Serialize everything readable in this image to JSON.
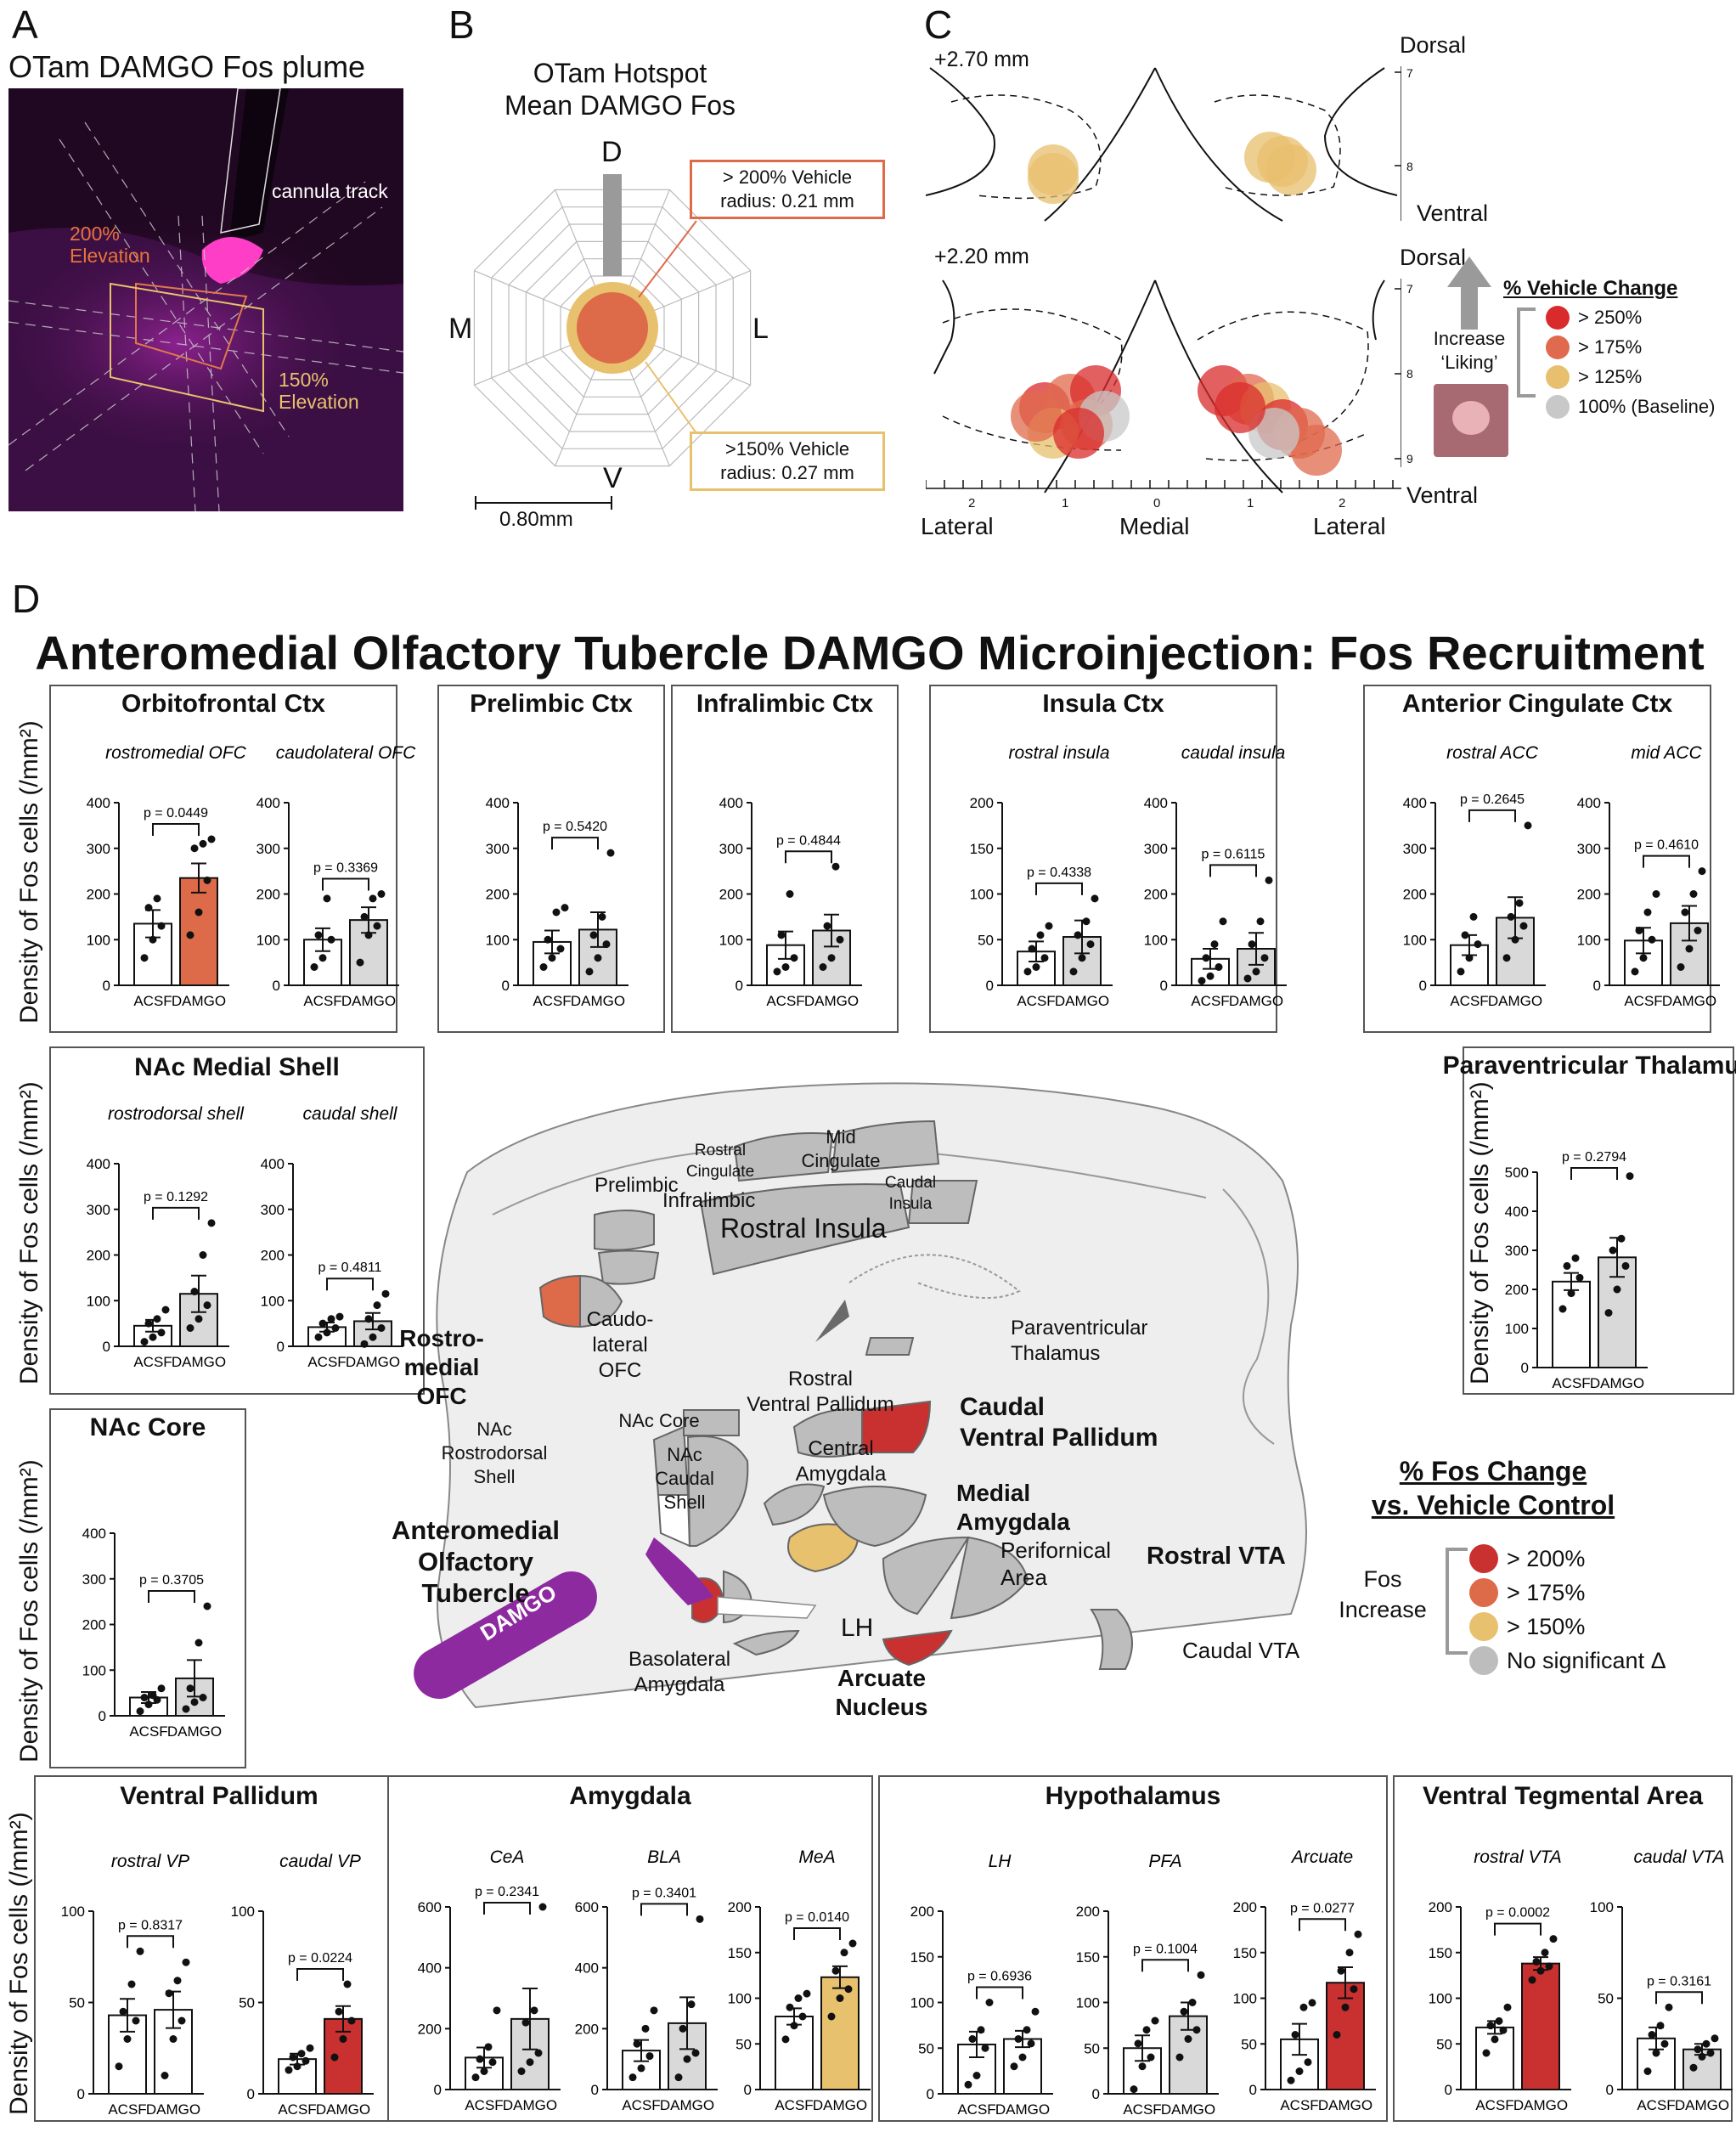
{
  "panels": {
    "A": {
      "letter": "A",
      "title": "OTam DAMGO Fos plume",
      "cannula": "cannula track",
      "e200": "200%",
      "e200b": "Elevation",
      "e150": "150%",
      "e150b": "Elevation"
    },
    "B": {
      "letter": "B",
      "title1": "OTam Hotspot",
      "title2": "Mean DAMGO Fos",
      "dirs": [
        "D",
        "M",
        "L",
        "V"
      ],
      "call200a": "> 200% Vehicle",
      "call200b": "radius: 0.21 mm",
      "call150a": ">150% Vehicle",
      "call150b": "radius: 0.27 mm",
      "scale": "0.80mm",
      "radius_200_mm": 0.21,
      "radius_150_mm": 0.27,
      "scale_mm": 0.8
    },
    "C": {
      "letter": "C",
      "sec1": "+2.70 mm",
      "sec2": "+2.20 mm",
      "dorsal": "Dorsal",
      "ventral": "Ventral",
      "lateral": "Lateral",
      "medial": "Medial",
      "legend_title": "% Vehicle Change",
      "legend": [
        {
          "label": "> 250%",
          "color": "#d92b2b"
        },
        {
          "label": "> 175%",
          "color": "#e06a4e"
        },
        {
          "label": "> 125%",
          "color": "#e8bf6e"
        },
        {
          "label": "100% (Baseline)",
          "color": "#c8c8c8"
        }
      ],
      "increase1": "Increase",
      "increase2": "‘Liking’",
      "xticks": [
        "2",
        "1",
        "0",
        "1",
        "2"
      ],
      "yticks1": [
        "7",
        "8"
      ],
      "yticks2": [
        "7",
        "8",
        "9"
      ]
    },
    "D": {
      "letter": "D",
      "title": "Anteromedial Olfactory Tubercle DAMGO Microinjection: Fos Recruitment",
      "ylabel": "Density of Fos cells (/mm²)"
    }
  },
  "map": {
    "labels": {
      "rostral_cing": "Rostral\nCingulate",
      "mid_cing": "Mid\nCingulate",
      "caudal_insula": "Caudal\nInsula",
      "prelimbic": "Prelimbic",
      "infralimbic": "Infralimbic",
      "rostral_insula": "Rostral Insula",
      "rostromedial": "Rostro-\nmedial\nOFC",
      "caudolateral": "Caudo-\nlateral\nOFC",
      "pvt": "Paraventricular\nThalamus",
      "rvp": "Rostral\nVentral Pallidum",
      "cvp": "Caudal\nVentral Pallidum",
      "nacrs": "NAc\nRostrodorsal\nShell",
      "naccore": "NAc Core",
      "naccaudal": "NAc\nCaudal\nShell",
      "cea": "Central\nAmygdala",
      "mea": "Medial\nAmygdala",
      "pfa": "Perifornical\nArea",
      "rvta": "Rostral VTA",
      "cvta": "Caudal VTA",
      "lh": "LH",
      "bla": "Basolateral\nAmygdala",
      "arc": "Arcuate\nNucleus",
      "otam": "Anteromedial\nOlfactory\nTubercle",
      "damgo": "DAMGO"
    },
    "legend_title1": "% Fos Change",
    "legend_title2": "vs. Vehicle Control",
    "fos1": "Fos",
    "fos2": "Increase",
    "legend": [
      {
        "label": "> 200%",
        "color": "#c93030"
      },
      {
        "label": "> 175%",
        "color": "#dd6a48"
      },
      {
        "label": "> 150%",
        "color": "#e8c16e"
      },
      {
        "label": "No significant Δ",
        "color": "#bdbdbd"
      }
    ]
  },
  "chart_data": [
    {
      "type": "bar",
      "group": "Orbitofrontal Ctx",
      "title": "rostromedial OFC",
      "categories": [
        "ACSF",
        "DAMGO"
      ],
      "values": [
        135,
        235
      ],
      "sem": [
        30,
        32
      ],
      "ylim": [
        0,
        400
      ],
      "yticks": [
        0,
        100,
        200,
        300,
        400
      ],
      "p": "p = 0.0449",
      "fill": "#dd6a48",
      "points": [
        [
          60,
          100,
          130,
          170,
          190
        ],
        [
          110,
          160,
          230,
          300,
          310,
          320
        ]
      ]
    },
    {
      "type": "bar",
      "group": "Orbitofrontal Ctx",
      "title": "caudolateral OFC",
      "categories": [
        "ACSF",
        "DAMGO"
      ],
      "values": [
        100,
        143
      ],
      "sem": [
        25,
        28
      ],
      "ylim": [
        0,
        400
      ],
      "yticks": [
        0,
        100,
        200,
        300,
        400
      ],
      "p": "p = 0.3369",
      "fill": "#d9d9d9",
      "points": [
        [
          40,
          60,
          100,
          110,
          190
        ],
        [
          50,
          110,
          130,
          150,
          190,
          200
        ]
      ]
    },
    {
      "type": "bar",
      "group": "Prelimbic Ctx",
      "title": "",
      "categories": [
        "ACSF",
        "DAMGO"
      ],
      "values": [
        95,
        122
      ],
      "sem": [
        25,
        38
      ],
      "ylim": [
        0,
        400
      ],
      "yticks": [
        0,
        100,
        200,
        300,
        400
      ],
      "p": "p = 0.5420",
      "fill": "#d9d9d9",
      "points": [
        [
          40,
          60,
          80,
          100,
          160,
          170
        ],
        [
          30,
          60,
          90,
          110,
          150,
          290
        ]
      ]
    },
    {
      "type": "bar",
      "group": "Infralimbic Ctx",
      "title": "",
      "categories": [
        "ACSF",
        "DAMGO"
      ],
      "values": [
        88,
        120
      ],
      "sem": [
        30,
        35
      ],
      "ylim": [
        0,
        400
      ],
      "yticks": [
        0,
        100,
        200,
        300,
        400
      ],
      "p": "p = 0.4844",
      "fill": "#d9d9d9",
      "points": [
        [
          30,
          40,
          60,
          110,
          200
        ],
        [
          40,
          60,
          100,
          130,
          260
        ]
      ]
    },
    {
      "type": "bar",
      "group": "Insula Ctx",
      "title": "rostral insula",
      "categories": [
        "ACSF",
        "DAMGO"
      ],
      "values": [
        37,
        53
      ],
      "sem": [
        11,
        18
      ],
      "ylim": [
        0,
        200
      ],
      "yticks": [
        0,
        50,
        100,
        150,
        200
      ],
      "p": "p = 0.4338",
      "fill": "#d9d9d9",
      "points": [
        [
          15,
          20,
          30,
          40,
          55,
          65
        ],
        [
          15,
          30,
          45,
          55,
          70,
          95
        ]
      ]
    },
    {
      "type": "bar",
      "group": "Insula Ctx",
      "title": "caudal insula",
      "categories": [
        "ACSF",
        "DAMGO"
      ],
      "values": [
        58,
        80
      ],
      "sem": [
        22,
        35
      ],
      "ylim": [
        0,
        400
      ],
      "yticks": [
        0,
        100,
        200,
        300,
        400
      ],
      "p": "p = 0.6115",
      "fill": "#d9d9d9",
      "points": [
        [
          10,
          20,
          40,
          60,
          90,
          140
        ],
        [
          15,
          30,
          60,
          90,
          140,
          230
        ]
      ]
    },
    {
      "type": "bar",
      "group": "Anterior Cingulate Ctx",
      "title": "rostral ACC",
      "categories": [
        "ACSF",
        "DAMGO"
      ],
      "values": [
        88,
        148
      ],
      "sem": [
        22,
        45
      ],
      "ylim": [
        0,
        400
      ],
      "yticks": [
        0,
        100,
        200,
        300,
        400
      ],
      "p": "p = 0.2645",
      "fill": "#d9d9d9",
      "points": [
        [
          30,
          60,
          90,
          110,
          150
        ],
        [
          60,
          100,
          130,
          150,
          180,
          350
        ]
      ]
    },
    {
      "type": "bar",
      "group": "Anterior Cingulate Ctx",
      "title": "mid ACC",
      "categories": [
        "ACSF",
        "DAMGO"
      ],
      "values": [
        98,
        136
      ],
      "sem": [
        28,
        38
      ],
      "ylim": [
        0,
        400
      ],
      "yticks": [
        0,
        100,
        200,
        300,
        400
      ],
      "p": "p = 0.4610",
      "fill": "#d9d9d9",
      "points": [
        [
          30,
          60,
          100,
          120,
          160,
          200
        ],
        [
          40,
          80,
          120,
          160,
          200,
          250
        ]
      ]
    },
    {
      "type": "bar",
      "group": "NAc Medial Shell",
      "title": "rostrodorsal shell",
      "categories": [
        "ACSF",
        "DAMGO"
      ],
      "values": [
        45,
        115
      ],
      "sem": [
        13,
        40
      ],
      "ylim": [
        0,
        400
      ],
      "yticks": [
        0,
        100,
        200,
        300,
        400
      ],
      "p": "p = 0.1292",
      "fill": "#d9d9d9",
      "points": [
        [
          10,
          20,
          30,
          50,
          60,
          80
        ],
        [
          40,
          60,
          90,
          120,
          200,
          270
        ]
      ]
    },
    {
      "type": "bar",
      "group": "NAc Medial Shell",
      "title": "caudal shell",
      "categories": [
        "ACSF",
        "DAMGO"
      ],
      "values": [
        42,
        55
      ],
      "sem": [
        10,
        18
      ],
      "ylim": [
        0,
        400
      ],
      "yticks": [
        0,
        100,
        200,
        300,
        400
      ],
      "p": "p = 0.4811",
      "fill": "#d9d9d9",
      "points": [
        [
          20,
          30,
          40,
          50,
          60,
          65
        ],
        [
          5,
          20,
          40,
          60,
          90,
          115
        ]
      ]
    },
    {
      "type": "bar",
      "group": "NAc Core",
      "title": "",
      "categories": [
        "ACSF",
        "DAMGO"
      ],
      "values": [
        40,
        82
      ],
      "sem": [
        12,
        40
      ],
      "ylim": [
        0,
        400
      ],
      "yticks": [
        0,
        100,
        200,
        300,
        400
      ],
      "p": "p = 0.3705",
      "fill": "#d9d9d9",
      "points": [
        [
          10,
          25,
          35,
          40,
          45,
          60
        ],
        [
          15,
          30,
          40,
          60,
          160,
          240
        ]
      ]
    },
    {
      "type": "bar",
      "group": "Paraventricular Thalamus",
      "title": "",
      "categories": [
        "ACSF",
        "DAMGO"
      ],
      "values": [
        220,
        282
      ],
      "sem": [
        22,
        50
      ],
      "ylim": [
        0,
        500
      ],
      "yticks": [
        0,
        100,
        200,
        300,
        400,
        500
      ],
      "p": "p = 0.2794",
      "fill": "#d9d9d9",
      "points": [
        [
          150,
          190,
          230,
          260,
          280
        ],
        [
          140,
          200,
          260,
          300,
          330,
          490
        ]
      ]
    },
    {
      "type": "bar",
      "group": "Ventral Pallidum",
      "title": "rostral VP",
      "categories": [
        "ACSF",
        "DAMGO"
      ],
      "values": [
        43,
        46
      ],
      "sem": [
        9,
        10
      ],
      "ylim": [
        0,
        100
      ],
      "yticks": [
        0,
        50,
        100
      ],
      "p": "p = 0.8317",
      "fill": "#ffffff",
      "points": [
        [
          15,
          30,
          40,
          45,
          60,
          78
        ],
        [
          10,
          30,
          40,
          55,
          62,
          72
        ]
      ]
    },
    {
      "type": "bar",
      "group": "Ventral Pallidum",
      "title": "caudal VP",
      "categories": [
        "ACSF",
        "DAMGO"
      ],
      "values": [
        19,
        41
      ],
      "sem": [
        3,
        7
      ],
      "ylim": [
        0,
        100
      ],
      "yticks": [
        0,
        50,
        100
      ],
      "p": "p = 0.0224",
      "fill": "#c93030",
      "points": [
        [
          13,
          15,
          18,
          20,
          22,
          25
        ],
        [
          20,
          30,
          40,
          45,
          60
        ]
      ]
    },
    {
      "type": "bar",
      "group": "Amygdala",
      "title": "CeA",
      "categories": [
        "ACSF",
        "DAMGO"
      ],
      "values": [
        105,
        232
      ],
      "sem": [
        33,
        100
      ],
      "ylim": [
        0,
        600
      ],
      "yticks": [
        0,
        200,
        400,
        600
      ],
      "p": "p = 0.2341",
      "fill": "#d9d9d9",
      "points": [
        [
          40,
          60,
          90,
          100,
          140,
          260
        ],
        [
          60,
          90,
          120,
          220,
          260,
          600
        ]
      ]
    },
    {
      "type": "bar",
      "group": "Amygdala",
      "title": "BLA",
      "categories": [
        "ACSF",
        "DAMGO"
      ],
      "values": [
        128,
        218
      ],
      "sem": [
        35,
        85
      ],
      "ylim": [
        0,
        600
      ],
      "yticks": [
        0,
        200,
        400,
        600
      ],
      "p": "p = 0.3401",
      "fill": "#d9d9d9",
      "points": [
        [
          40,
          70,
          110,
          150,
          200,
          260
        ],
        [
          40,
          100,
          120,
          200,
          280,
          560
        ]
      ]
    },
    {
      "type": "bar",
      "group": "Amygdala",
      "title": "MeA",
      "categories": [
        "ACSF",
        "DAMGO"
      ],
      "values": [
        80,
        123
      ],
      "sem": [
        9,
        12
      ],
      "ylim": [
        0,
        200
      ],
      "yticks": [
        0,
        50,
        100,
        150,
        200
      ],
      "p": "p = 0.0140",
      "fill": "#e8c16e",
      "points": [
        [
          55,
          70,
          80,
          90,
          100,
          105
        ],
        [
          80,
          100,
          110,
          130,
          150,
          160
        ]
      ]
    },
    {
      "type": "bar",
      "group": "Hypothalamus",
      "title": "LH",
      "categories": [
        "ACSF",
        "DAMGO"
      ],
      "values": [
        54,
        60
      ],
      "sem": [
        14,
        9
      ],
      "ylim": [
        0,
        200
      ],
      "yticks": [
        0,
        50,
        100,
        150,
        200
      ],
      "p": "p = 0.6936",
      "fill": "#ffffff",
      "points": [
        [
          10,
          20,
          50,
          60,
          70,
          100
        ],
        [
          30,
          40,
          55,
          60,
          70,
          90
        ]
      ]
    },
    {
      "type": "bar",
      "group": "Hypothalamus",
      "title": "PFA",
      "categories": [
        "ACSF",
        "DAMGO"
      ],
      "values": [
        50,
        85
      ],
      "sem": [
        14,
        15
      ],
      "ylim": [
        0,
        200
      ],
      "yticks": [
        0,
        50,
        100,
        150,
        200
      ],
      "p": "p = 0.1004",
      "fill": "#d9d9d9",
      "points": [
        [
          5,
          30,
          40,
          55,
          70,
          80
        ],
        [
          40,
          60,
          70,
          90,
          100,
          130
        ]
      ]
    },
    {
      "type": "bar",
      "group": "Hypothalamus",
      "title": "Arcuate",
      "categories": [
        "ACSF",
        "DAMGO"
      ],
      "values": [
        55,
        117
      ],
      "sem": [
        17,
        17
      ],
      "ylim": [
        0,
        200
      ],
      "yticks": [
        0,
        50,
        100,
        150,
        200
      ],
      "p": "p = 0.0277",
      "fill": "#c93030",
      "points": [
        [
          10,
          20,
          30,
          60,
          90,
          95
        ],
        [
          60,
          90,
          110,
          130,
          150,
          170
        ]
      ]
    },
    {
      "type": "bar",
      "group": "Ventral Tegmental Area",
      "title": "rostral VTA",
      "categories": [
        "ACSF",
        "DAMGO"
      ],
      "values": [
        68,
        138
      ],
      "sem": [
        7,
        7
      ],
      "ylim": [
        0,
        200
      ],
      "yticks": [
        0,
        50,
        100,
        150,
        200
      ],
      "p": "p = 0.0002",
      "fill": "#c93030",
      "points": [
        [
          40,
          55,
          65,
          70,
          75,
          90
        ],
        [
          120,
          130,
          135,
          140,
          150,
          165
        ]
      ]
    },
    {
      "type": "bar",
      "group": "Ventral Tegmental Area",
      "title": "caudal VTA",
      "categories": [
        "ACSF",
        "DAMGO"
      ],
      "values": [
        28,
        22
      ],
      "sem": [
        6,
        3
      ],
      "ylim": [
        0,
        100
      ],
      "yticks": [
        0,
        50,
        100
      ],
      "p": "p = 0.3161",
      "fill": "#d9d9d9",
      "points": [
        [
          10,
          20,
          25,
          30,
          35,
          45
        ],
        [
          12,
          18,
          20,
          22,
          25,
          28
        ]
      ]
    }
  ],
  "groups": [
    {
      "title": "Orbitofrontal Ctx"
    },
    {
      "title": "Prelimbic Ctx"
    },
    {
      "title": "Infralimbic Ctx"
    },
    {
      "title": "Insula Ctx"
    },
    {
      "title": "Anterior Cingulate Ctx"
    },
    {
      "title": "NAc Medial Shell"
    },
    {
      "title": "NAc Core"
    },
    {
      "title": "Paraventricular Thalamus"
    },
    {
      "title": "Ventral Pallidum"
    },
    {
      "title": "Amygdala"
    },
    {
      "title": "Hypothalamus"
    },
    {
      "title": "Ventral Tegmental Area"
    }
  ]
}
